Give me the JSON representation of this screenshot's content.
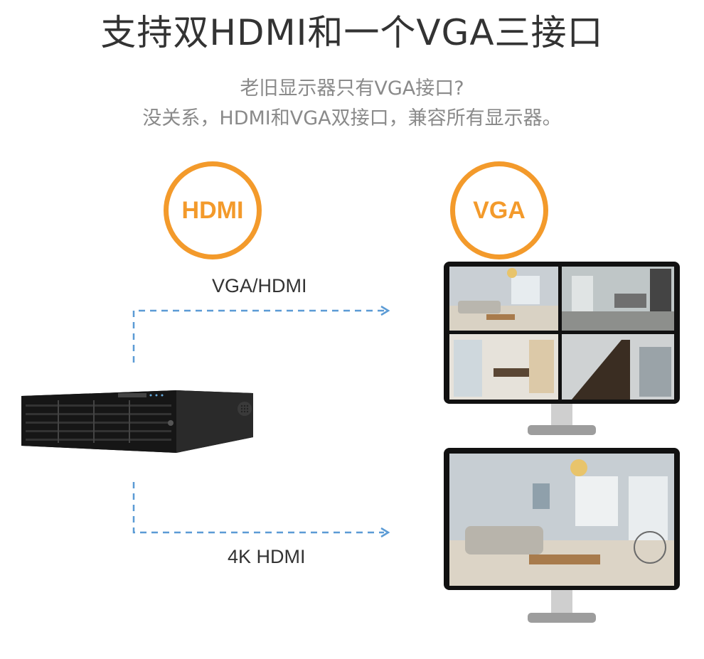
{
  "header": {
    "title": "支持双HDMI和一个VGA三接口",
    "subtitle_line1": "老旧显示器只有VGA接口?",
    "subtitle_line2": "没关系，HDMI和VGA双接口，兼容所有显示器。"
  },
  "badges": {
    "hdmi": "HDMI",
    "vga": "VGA"
  },
  "connections": {
    "top_label": "VGA/HDMI",
    "bottom_label": "4K HDMI"
  },
  "colors": {
    "accent_orange": "#f39a2b",
    "dashed_line_blue": "#5b9bd5"
  }
}
